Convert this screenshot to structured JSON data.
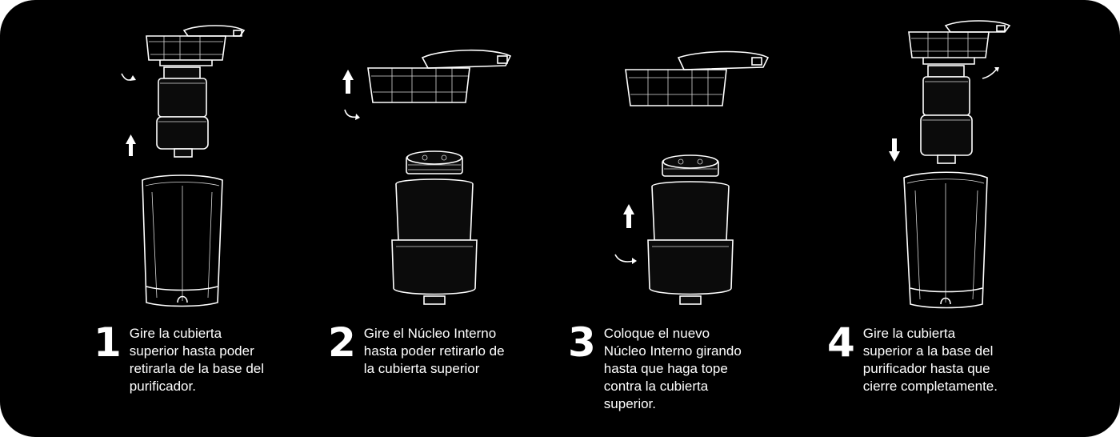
{
  "steps": [
    {
      "number": "1",
      "text": "Gire la cubierta\nsuperior hasta poder\nretirarla de la base del\npurificador."
    },
    {
      "number": "2",
      "text": "Gire el Núcleo Interno\nhasta poder retirarlo de\nla cubierta superior"
    },
    {
      "number": "3",
      "text": "Coloque el nuevo\nNúcleo Interno girando\nhasta que haga tope\ncontra la cubierta\nsuperior."
    },
    {
      "number": "4",
      "text": "Gire la cubierta\nsuperior a la base del\npurificador hasta que\ncierre completamente."
    }
  ],
  "colors": {
    "background": "#000000",
    "foreground": "#ffffff"
  }
}
